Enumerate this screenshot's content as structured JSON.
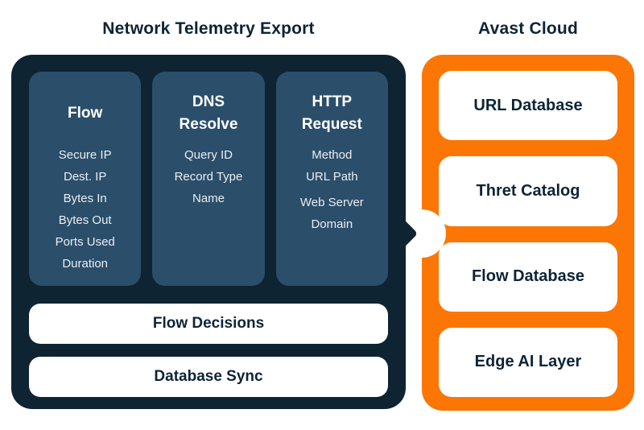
{
  "left": {
    "title": "Network Telemetry Export",
    "panel_color": "#0E2433",
    "column_color": "#2B4E6A",
    "columns": [
      {
        "title": "Flow",
        "items": [
          "Secure IP",
          "Dest. IP",
          "Bytes In",
          "Bytes Out",
          "Ports Used",
          "Duration"
        ]
      },
      {
        "title": "DNS\nResolve",
        "items": [
          "Query ID",
          "Record Type",
          "Name"
        ]
      },
      {
        "title": "HTTP\nRequest",
        "items": [
          "Method",
          "URL Path",
          "Web Server\nDomain"
        ]
      }
    ],
    "bars": [
      "Flow Decisions",
      "Database Sync"
    ]
  },
  "right": {
    "title": "Avast Cloud",
    "panel_color": "#FB7605",
    "boxes": [
      "URL Database",
      "Thret Catalog",
      "Flow Database",
      "Edge AI Layer"
    ]
  },
  "colors": {
    "background": "#FFFFFF",
    "dark_navy": "#0E2433",
    "column_blue": "#2B4E6A",
    "orange": "#FB7605",
    "title_text": "#0D2436"
  }
}
